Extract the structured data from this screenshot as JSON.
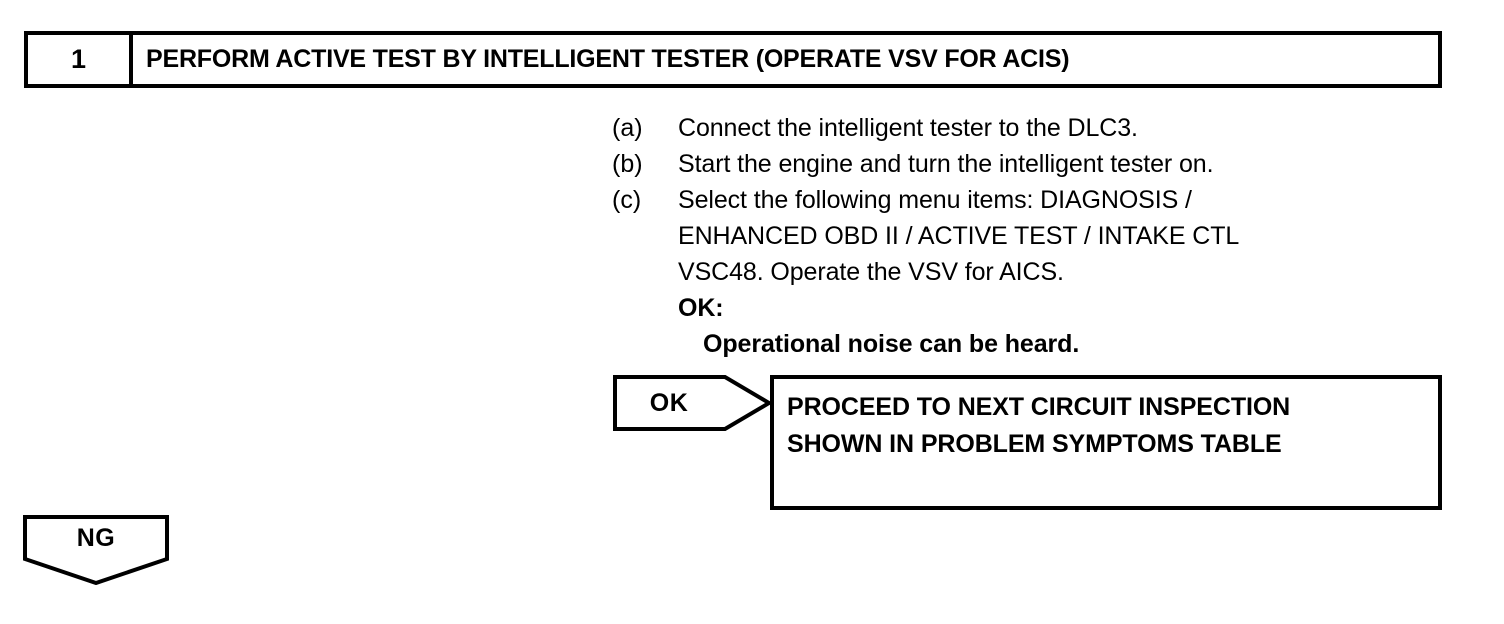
{
  "step": {
    "number": "1",
    "title": "PERFORM ACTIVE TEST BY INTELLIGENT TESTER (OPERATE VSV FOR ACIS)"
  },
  "procedure": {
    "lines": [
      {
        "marker": "(a)",
        "text": "Connect the intelligent tester to the DLC3."
      },
      {
        "marker": "(b)",
        "text": "Start the engine and turn the intelligent tester on."
      },
      {
        "marker": "(c)",
        "text": "Select the following menu items: DIAGNOSIS /"
      },
      {
        "marker": "",
        "text": "ENHANCED OBD II / ACTIVE TEST / INTAKE CTL"
      },
      {
        "marker": "",
        "text": "VSC48. Operate the VSV for AICS."
      },
      {
        "marker": "",
        "text": "OK:"
      },
      {
        "marker": "",
        "text": "Operational noise can be heard."
      }
    ]
  },
  "ok_branch": {
    "label": "OK",
    "result_lines": [
      "PROCEED TO NEXT CIRCUIT INSPECTION",
      "SHOWN IN PROBLEM SYMPTOMS TABLE"
    ]
  },
  "ng_branch": {
    "label": "NG"
  },
  "colors": {
    "ink": "#000000",
    "paper": "#ffffff"
  }
}
